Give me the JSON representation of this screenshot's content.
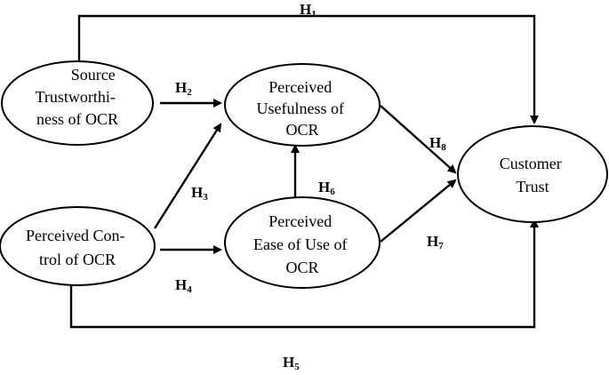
{
  "nodes": {
    "source_trustworthiness": [
      "Source",
      "Trustworthi-",
      "ness of OCR"
    ],
    "perceived_control": [
      "Perceived Con-",
      "trol of OCR"
    ],
    "perceived_usefulness": [
      "Perceived",
      "Usefulness of",
      "OCR"
    ],
    "perceived_ease_of_use": [
      "Perceived",
      "Ease of Use of",
      "OCR"
    ],
    "customer_trust": [
      "Customer",
      "Trust"
    ]
  },
  "hypotheses": {
    "h1": {
      "letter": "H",
      "num": "1"
    },
    "h2": {
      "letter": "H",
      "num": "2"
    },
    "h3": {
      "letter": "H",
      "num": "3"
    },
    "h4": {
      "letter": "H",
      "num": "4"
    },
    "h5": {
      "letter": "H",
      "num": "5"
    },
    "h6": {
      "letter": "H",
      "num": "6"
    },
    "h7": {
      "letter": "H",
      "num": "7"
    },
    "h8": {
      "letter": "H",
      "num": "8"
    }
  }
}
